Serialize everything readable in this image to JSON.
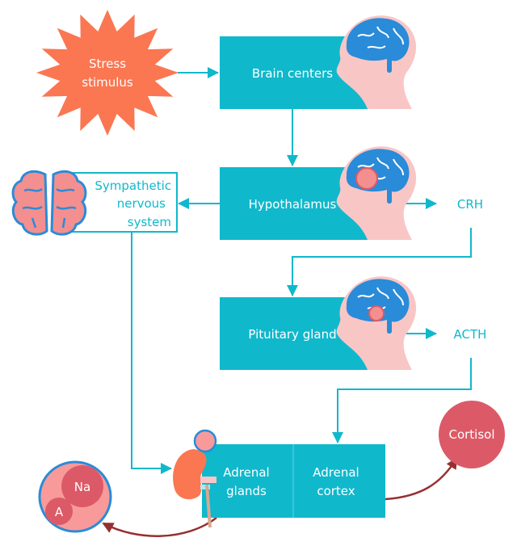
{
  "colors": {
    "box": "#10b8cc",
    "stress": "#fa7752",
    "hormone_circle": "#dc5a67",
    "arrow_dark": "#963030",
    "head": "#f9c6c6",
    "brain": "#2a8bd8",
    "sympathetic_brain": "#f48f8f"
  },
  "nodes": {
    "stress": [
      "Stress",
      "stimulus"
    ],
    "brain_centers": "Brain centers",
    "hypothalamus": "Hypothalamus",
    "sympathetic": [
      "Sympathetic",
      "nervous",
      "system"
    ],
    "crh": "CRH",
    "pituitary": "Pituitary gland",
    "acth": "ACTH",
    "adrenal_glands": [
      "Adrenal",
      "glands"
    ],
    "adrenal_cortex": [
      "Adrenal",
      "cortex"
    ],
    "cortisol": "Cortisol",
    "na": "Na",
    "a": "A"
  }
}
